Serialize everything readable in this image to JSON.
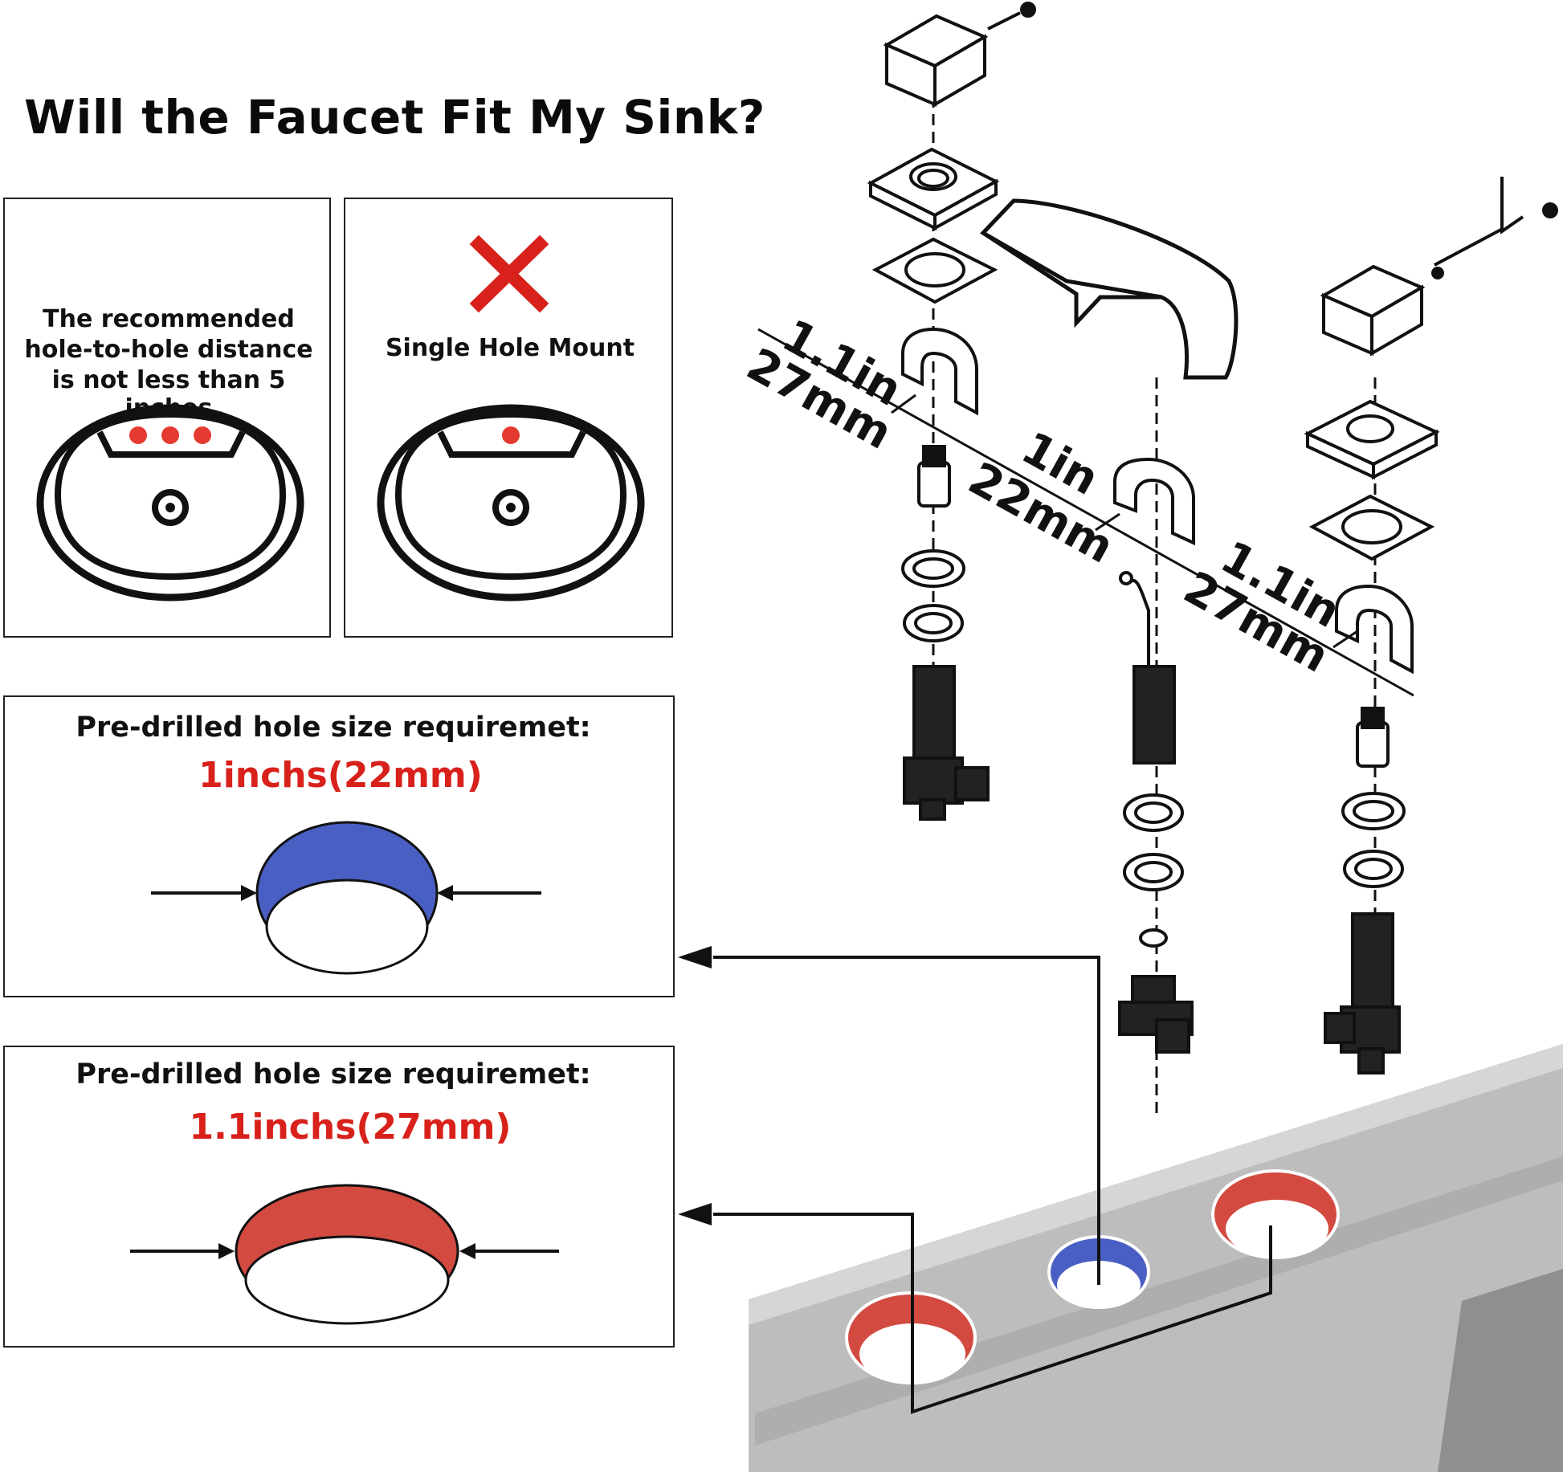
{
  "title": "Will the Faucet Fit My Sink?",
  "panels": {
    "recommended": {
      "icon": "check-mark-icon",
      "line1": "The recommended",
      "line2": "hole-to-hole distance",
      "line3": "is not less than 5 inches",
      "icon_color": "#5aa83a"
    },
    "single": {
      "icon": "x-mark-icon",
      "label": "Single Hole Mount",
      "icon_color": "#d8211b"
    }
  },
  "requirements": [
    {
      "heading": "Pre-drilled hole size requiremet:",
      "size": "1inchs(22mm)",
      "hole_color": "#4a5fc4"
    },
    {
      "heading": "Pre-drilled hole size requiremet:",
      "size": "1.1inchs(27mm)",
      "hole_color": "#d24a40"
    }
  ],
  "dimensions": {
    "left": {
      "in": "1.1in",
      "mm": "27mm"
    },
    "middle": {
      "in": "1in",
      "mm": "22mm"
    },
    "right": {
      "in": "1.1in",
      "mm": "27mm"
    }
  },
  "colors": {
    "accent_red": "#d8211b",
    "dot_red": "#e53a2f",
    "blue": "#4a5fc4",
    "red_hole": "#d24a40",
    "counter_gray": "#bcbcbc"
  }
}
